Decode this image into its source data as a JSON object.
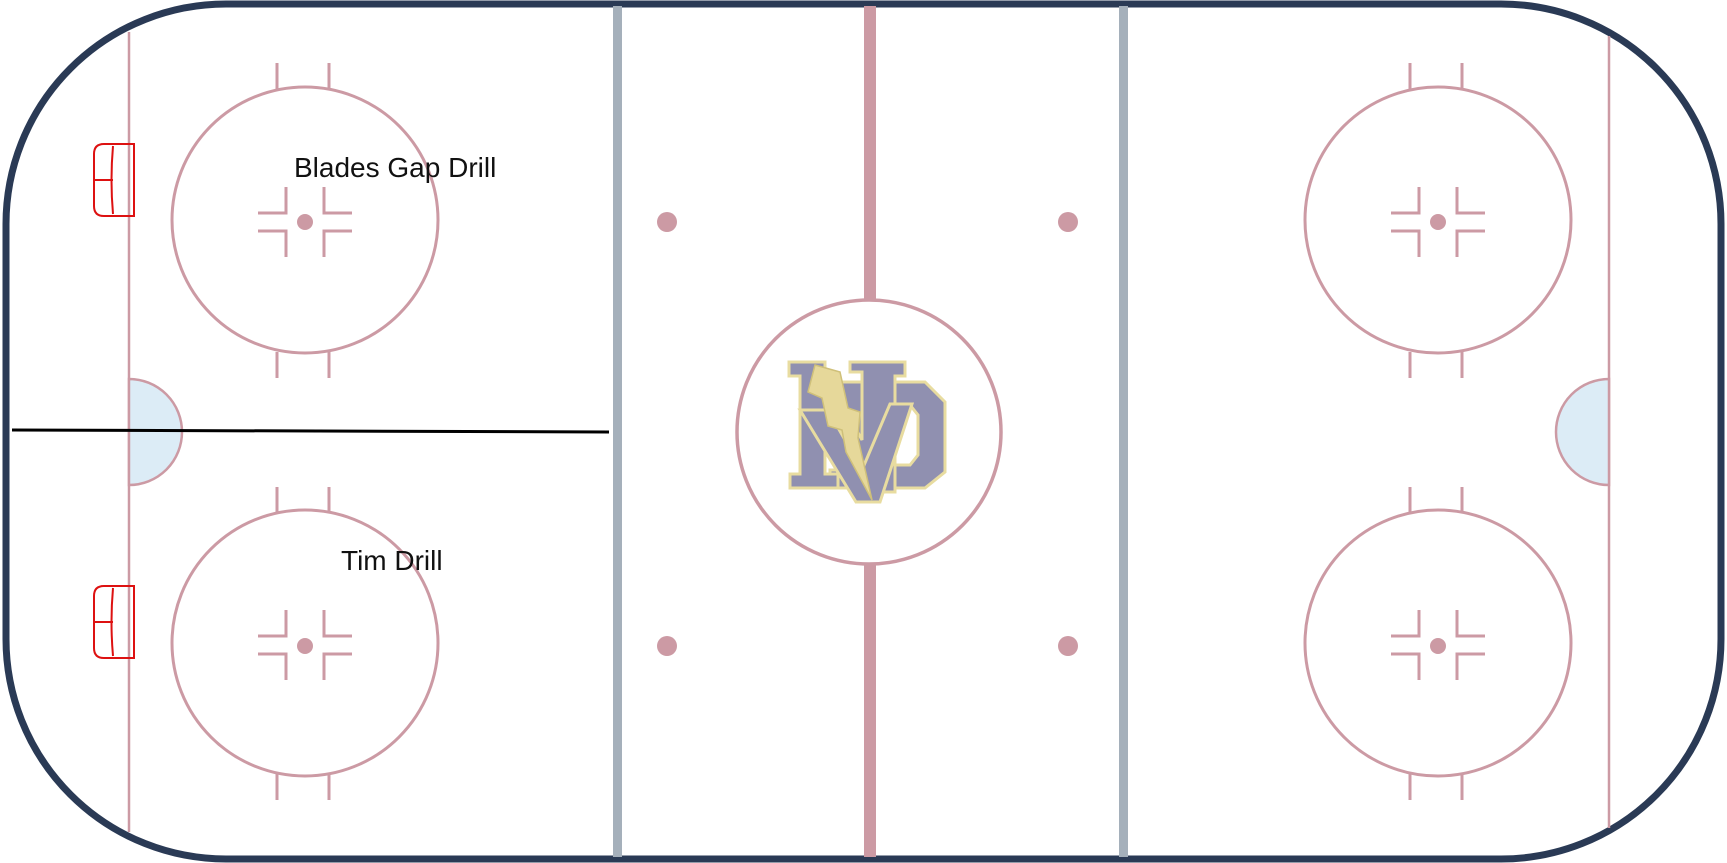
{
  "rink": {
    "colors": {
      "boards": "#2a3a55",
      "ice": "#ffffff",
      "red_line": "#cc9aa4",
      "blue_line": "#a5b0bb",
      "crease": "#dcecf6",
      "goal_net": "#dd1111",
      "divider_line": "#000000"
    }
  },
  "annotations": {
    "top_drill": "Blades Gap Drill",
    "bottom_drill": "Tim Drill"
  },
  "logo": {
    "text": "ND",
    "colors": {
      "fill": "#9090b0",
      "outline": "#e8dca0",
      "bolt": "#e6d89a"
    }
  }
}
